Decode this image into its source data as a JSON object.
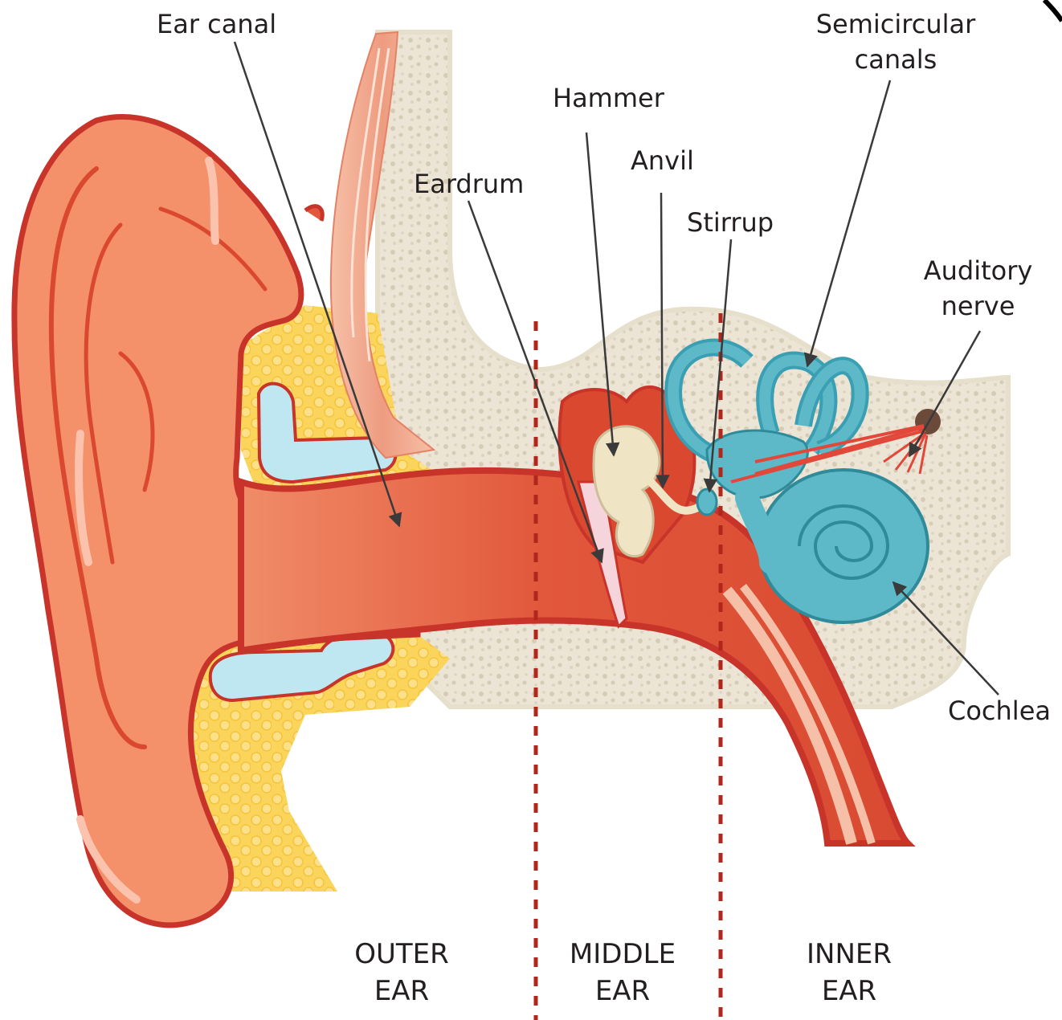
{
  "labels": {
    "ear_canal": "Ear canal",
    "semicircular_canals_line1": "Semicircular",
    "semicircular_canals_line2": "canals",
    "hammer": "Hammer",
    "anvil": "Anvil",
    "eardrum": "Eardrum",
    "stirrup": "Stirrup",
    "auditory_nerve_line1": "Auditory",
    "auditory_nerve_line2": "nerve",
    "cochlea": "Cochlea"
  },
  "zones": {
    "outer_line1": "OUTER",
    "outer_line2": "EAR",
    "middle_line1": "MIDDLE",
    "middle_line2": "EAR",
    "inner_line1": "INNER",
    "inner_line2": "EAR"
  },
  "colors": {
    "skin": "#f4906a",
    "skin_dark": "#d9482f",
    "canal": "#e8684a",
    "outline": "#c8332a",
    "bone": "#ede6d8",
    "fat": "#fbd65e",
    "cartilage": "#bfe7f2",
    "inner_ear": "#5db8c8",
    "ossicle": "#efe4c4",
    "divider": "#b1271c",
    "text": "#231f20"
  }
}
